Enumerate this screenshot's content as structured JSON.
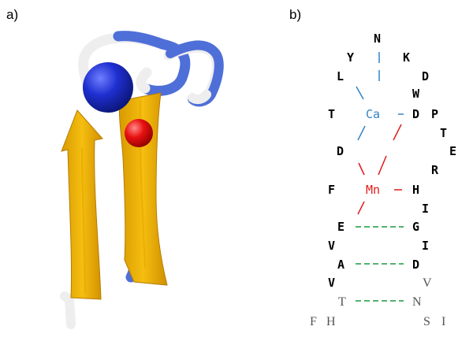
{
  "panels": {
    "a_label": "a)",
    "b_label": "b)"
  },
  "structure": {
    "strand_color": "#f0b400",
    "strand_edge_color": "#c98d00",
    "loop_blue_color": "#4f6fd8",
    "loop_white_color": "#f2f2f2",
    "calcium_sphere_color": "#1f2fd0",
    "manganese_sphere_color": "#e81010"
  },
  "diagram": {
    "ions": {
      "ca": {
        "label": "Ca",
        "color": "#2f84c8"
      },
      "mn": {
        "label": "Mn",
        "color": "#e01a1a"
      }
    },
    "residues": {
      "n_top": "N",
      "y": "Y",
      "k": "K",
      "l": "L",
      "d_right1": "D",
      "w": "W",
      "t_left": "T",
      "d_ca": "D",
      "p": "P",
      "t_right": "T",
      "d_left2": "D",
      "e_right": "E",
      "r": "R",
      "f_left": "F",
      "h_mn": "H",
      "i_1": "I",
      "e_pair": "E",
      "g_pair": "G",
      "v_left1": "V",
      "i_2": "I",
      "a_pair": "A",
      "d_pair": "D",
      "v_left2": "V",
      "v_right_light": "V",
      "t_light": "T",
      "n_light": "N",
      "f_light": "F",
      "h_light": "H",
      "s_light": "S",
      "i_light": "I"
    },
    "colors": {
      "residue": "#000000",
      "residue_light": "#555555",
      "hbond": "#1a9a3a",
      "ca_coord": "#2f84c8",
      "mn_coord": "#e01a1a"
    }
  }
}
